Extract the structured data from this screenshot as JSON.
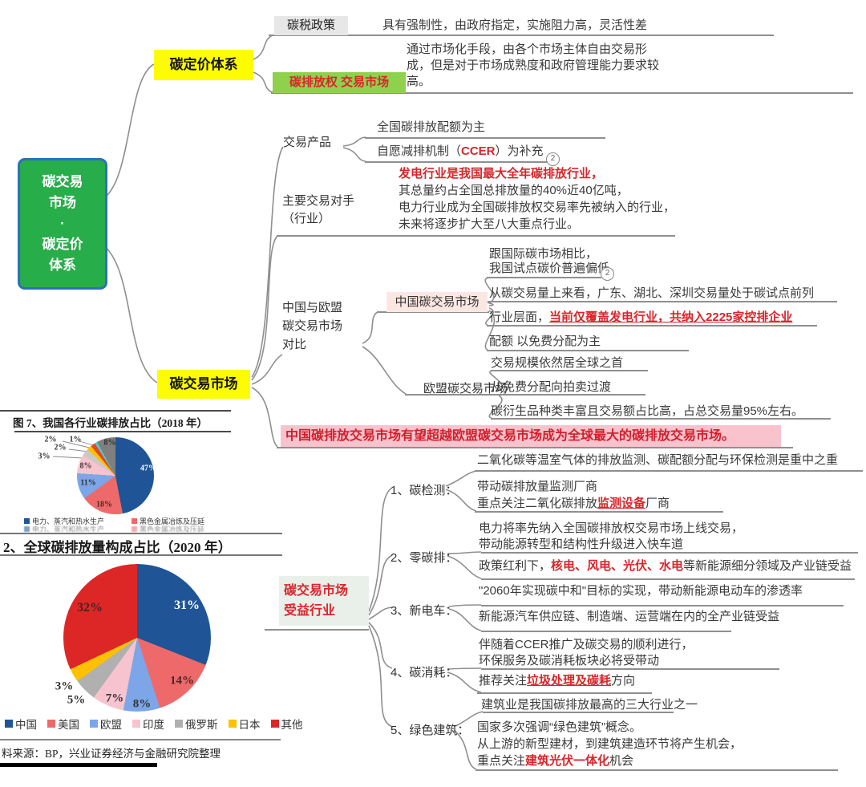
{
  "root": {
    "lines": [
      "碳交易",
      "市场",
      "·",
      "碳定价",
      "体系"
    ]
  },
  "pricing": {
    "node": "碳定价体系",
    "tax": {
      "label": "碳税政策",
      "desc": "具有强制性，由政府指定，实施阻力高，灵活性差"
    },
    "ets": {
      "label": "碳排放权 交易市场",
      "desc_lines": [
        "通过市场化手段，由各个市场主体自由交易形",
        "成，但是对于市场成熟度和政府管理能力要求较",
        "高。"
      ]
    }
  },
  "market": {
    "node": "碳交易市场",
    "products": {
      "label": "交易产品",
      "leaf1": "全国碳排放配额为主",
      "leaf2_pre": "自愿减排机制（",
      "leaf2_red": "CCER",
      "leaf2_post": "）为补充",
      "marker": "2"
    },
    "counterparty": {
      "label_lines": [
        "主要交易对手",
        "（行业）"
      ],
      "line1_red": "发电行业是我国最大全年碳排放行业，",
      "lines": [
        "其总量约占全国总排放量的40%近40亿吨，",
        "电力行业成为全国碳排放权交易率先被纳入的行业，",
        "未来将逐步扩大至八大重点行业。"
      ]
    },
    "comparison": {
      "label_lines": [
        "中国与欧盟",
        "碳交易市场",
        "对比"
      ],
      "china": {
        "node": "中国碳交易市场",
        "marker": "2",
        "leaf1_lines": [
          "跟国际碳市场相比，",
          "我国试点碳价普遍偏低。"
        ],
        "leaf2": "从碳交易量上来看，广东、湖北、深圳交易量处于碳试点前列",
        "leaf3_pre": "行业层面，",
        "leaf3_red": "当前仅覆盖发电行业，共纳入2225家控排企业",
        "leaf4": "配额 以免费分配为主"
      },
      "eu": {
        "node": "欧盟碳交易市场",
        "leaf1": "交易规模依然居全球之首",
        "leaf2": "从免费分配向拍卖过渡",
        "leaf3": "碳衍生品种类丰富且交易额占比高，占总交易量95%左右。"
      }
    },
    "summary": "中国碳排放交易市场有望超越欧盟碳交易市场成为全球最大的碳排放交易市场。"
  },
  "beneficiary": {
    "node_lines": [
      "碳交易市场",
      "受益行业"
    ],
    "item1": {
      "label": "1、碳检测：",
      "leaf1": "二氧化碳等温室气体的排放监测、碳配额分配与环保检测是重中之重",
      "leaf2_line1": "带动碳排放量监测厂商",
      "leaf2_pre": "重点关注二氧化碳排放",
      "leaf2_red": "监测设备",
      "leaf2_post": "厂商"
    },
    "item2": {
      "label": "2、零碳排：",
      "leaf1_lines": [
        "电力将率先纳入全国碳排放权交易市场上线交易，",
        "带动能源转型和结构性升级进入快车道"
      ],
      "leaf2_pre": "政策红利下，",
      "leaf2_red": "核电、风电、光伏、水电",
      "leaf2_post": "等新能源细分领域及产业链受益"
    },
    "item3": {
      "label": "3、新电车：",
      "leaf1": "\"2060年实现碳中和\"目标的实现，带动新能源电动车的渗透率",
      "leaf2": "新能源汽车供应链、制造端、运营端在内的全产业链受益"
    },
    "item4": {
      "label": "4、碳消耗：",
      "leaf1_lines": [
        "伴随着CCER推广及碳交易的顺利进行，",
        "环保服务及碳消耗板块必将受带动"
      ],
      "leaf2_pre": "推荐关注",
      "leaf2_red": "垃圾处理及碳耗",
      "leaf2_post": "方向"
    },
    "item5": {
      "label": "5、绿色建筑：",
      "leaf1": "建筑业是我国碳排放最高的三大行业之一",
      "leaf2_lines": [
        "国家多次强调“绿色建筑”概念。",
        "从上游的新型建材，到建筑建造环节将产生机会，"
      ],
      "leaf3_pre": "重点关注",
      "leaf3_red": "建筑光伏一体化",
      "leaf3_post": "机会"
    }
  },
  "chart_data": [
    {
      "type": "pie",
      "title": "图 7、我国各行业碳排放占比（2018 年）",
      "values": [
        47,
        18,
        11,
        8,
        3,
        2,
        2,
        1,
        8
      ],
      "colors": [
        "#1F5597",
        "#EE6A6A",
        "#7CA6E8",
        "#F7C3CE",
        "#C9C9C9",
        "#FFC000",
        "#E04A1F",
        "#45D0DC",
        "#7F7F7F"
      ],
      "legend": [
        {
          "label": "电力、蒸汽和热水生产",
          "color": "#1F5597"
        },
        {
          "label": "黑色金属冶炼及压延",
          "color": "#EE6A6A"
        }
      ],
      "legend_position": "bottom"
    },
    {
      "type": "pie",
      "title": "2、全球碳排放量构成占比（2020 年）",
      "categories": [
        "中国",
        "美国",
        "欧盟",
        "印度",
        "俄罗斯",
        "日本",
        "其他"
      ],
      "values": [
        31,
        14,
        8,
        7,
        5,
        3,
        32
      ],
      "colors": [
        "#1F5597",
        "#EE6A6A",
        "#7CA6E8",
        "#F7C3CE",
        "#B0B0B0",
        "#FFC000",
        "#DD2726"
      ],
      "legend_position": "bottom"
    }
  ],
  "footer": {
    "source": "料来源：BP，兴业证券经济与金融研究院整理"
  }
}
